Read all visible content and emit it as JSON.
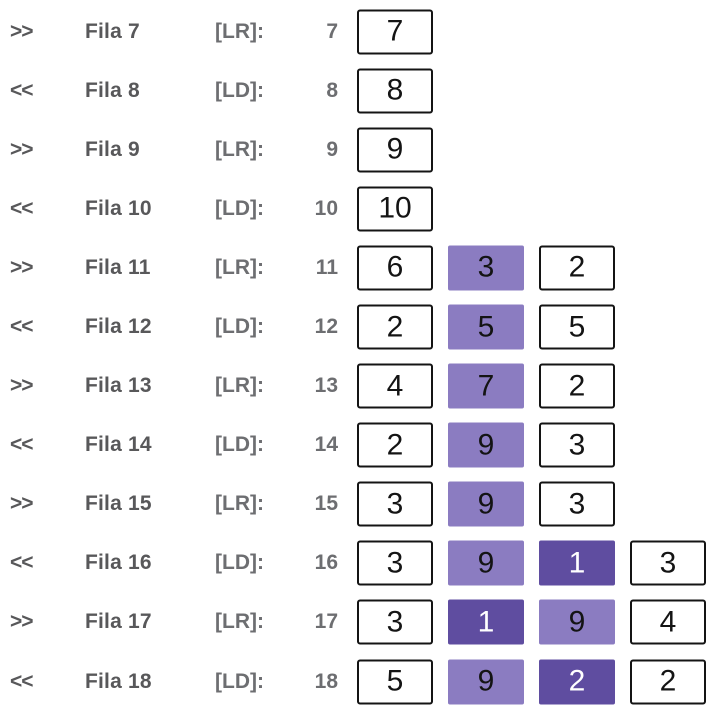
{
  "colors": {
    "label_gray": "#58585a",
    "meta_gray": "#6d6e71",
    "cell_border": "#141414",
    "cell_text_dark": "#141414",
    "cell_text_light": "#ffffff",
    "purple_light": "#8b7cc1",
    "purple_dark": "#5f4da0"
  },
  "rows": [
    {
      "direction": ">>",
      "label": "Fila 7",
      "tag": "[LR]:",
      "number": "7",
      "cells": [
        {
          "value": "7",
          "variant": "plain"
        }
      ]
    },
    {
      "direction": "<<",
      "label": "Fila 8",
      "tag": "[LD]:",
      "number": "8",
      "cells": [
        {
          "value": "8",
          "variant": "plain"
        }
      ]
    },
    {
      "direction": ">>",
      "label": "Fila 9",
      "tag": "[LR]:",
      "number": "9",
      "cells": [
        {
          "value": "9",
          "variant": "plain"
        }
      ]
    },
    {
      "direction": "<<",
      "label": "Fila 10",
      "tag": "[LD]:",
      "number": "10",
      "cells": [
        {
          "value": "10",
          "variant": "plain"
        }
      ]
    },
    {
      "direction": ">>",
      "label": "Fila 11",
      "tag": "[LR]:",
      "number": "11",
      "cells": [
        {
          "value": "6",
          "variant": "plain"
        },
        {
          "value": "3",
          "variant": "light"
        },
        {
          "value": "2",
          "variant": "plain"
        }
      ]
    },
    {
      "direction": "<<",
      "label": "Fila 12",
      "tag": "[LD]:",
      "number": "12",
      "cells": [
        {
          "value": "2",
          "variant": "plain"
        },
        {
          "value": "5",
          "variant": "light"
        },
        {
          "value": "5",
          "variant": "plain"
        }
      ]
    },
    {
      "direction": ">>",
      "label": "Fila 13",
      "tag": "[LR]:",
      "number": "13",
      "cells": [
        {
          "value": "4",
          "variant": "plain"
        },
        {
          "value": "7",
          "variant": "light"
        },
        {
          "value": "2",
          "variant": "plain"
        }
      ]
    },
    {
      "direction": "<<",
      "label": "Fila 14",
      "tag": "[LD]:",
      "number": "14",
      "cells": [
        {
          "value": "2",
          "variant": "plain"
        },
        {
          "value": "9",
          "variant": "light"
        },
        {
          "value": "3",
          "variant": "plain"
        }
      ]
    },
    {
      "direction": ">>",
      "label": "Fila 15",
      "tag": "[LR]:",
      "number": "15",
      "cells": [
        {
          "value": "3",
          "variant": "plain"
        },
        {
          "value": "9",
          "variant": "light"
        },
        {
          "value": "3",
          "variant": "plain"
        }
      ]
    },
    {
      "direction": "<<",
      "label": "Fila 16",
      "tag": "[LD]:",
      "number": "16",
      "cells": [
        {
          "value": "3",
          "variant": "plain"
        },
        {
          "value": "9",
          "variant": "light"
        },
        {
          "value": "1",
          "variant": "dark"
        },
        {
          "value": "3",
          "variant": "plain"
        }
      ]
    },
    {
      "direction": ">>",
      "label": "Fila 17",
      "tag": "[LR]:",
      "number": "17",
      "cells": [
        {
          "value": "3",
          "variant": "plain"
        },
        {
          "value": "1",
          "variant": "dark"
        },
        {
          "value": "9",
          "variant": "light"
        },
        {
          "value": "4",
          "variant": "plain"
        }
      ]
    },
    {
      "direction": "<<",
      "label": "Fila 18",
      "tag": "[LD]:",
      "number": "18",
      "cells": [
        {
          "value": "5",
          "variant": "plain"
        },
        {
          "value": "9",
          "variant": "light"
        },
        {
          "value": "2",
          "variant": "dark"
        },
        {
          "value": "2",
          "variant": "plain"
        }
      ]
    }
  ]
}
